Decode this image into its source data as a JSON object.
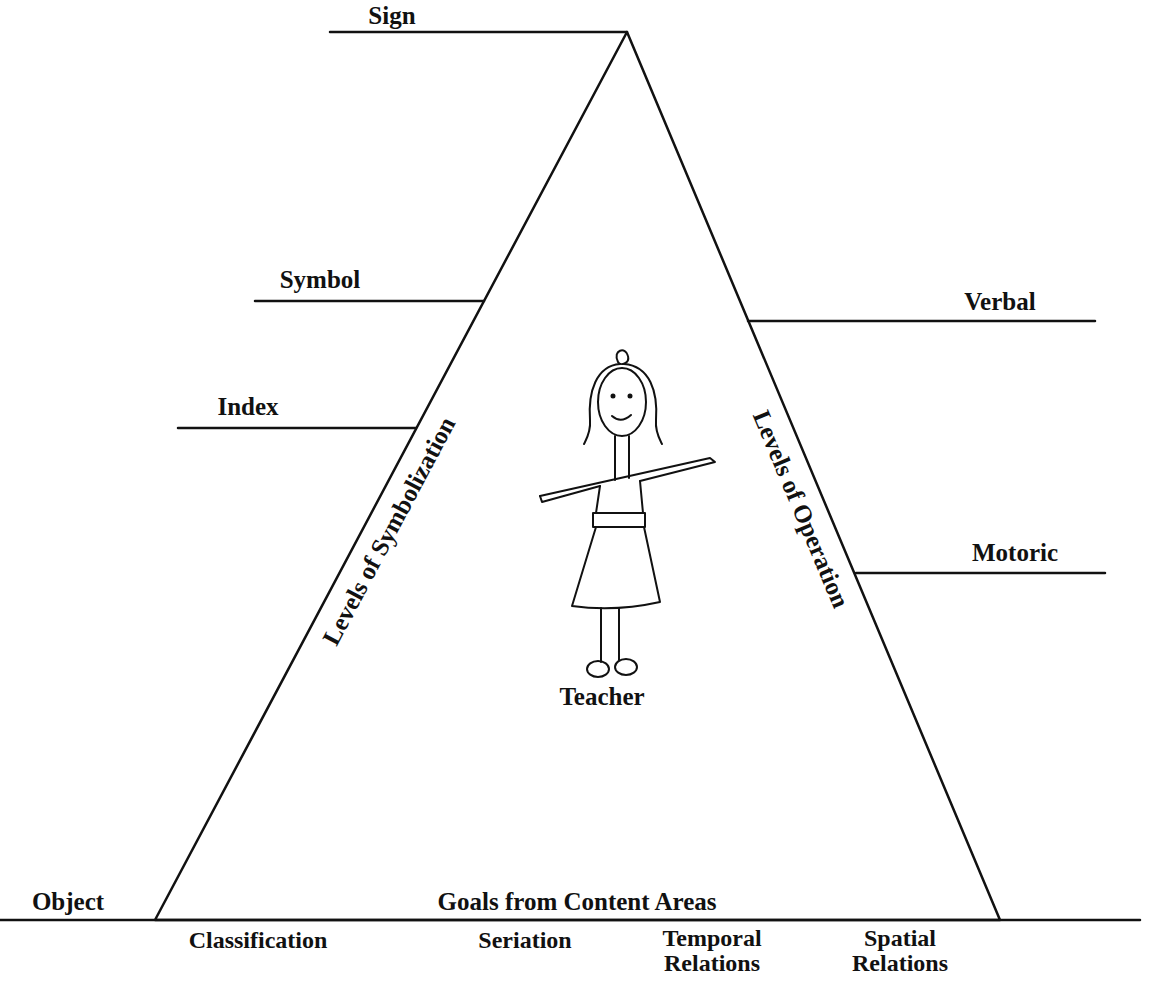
{
  "diagram": {
    "labels": [
      "Sign",
      "Symbol",
      "Index",
      "Verbal",
      "Motoric",
      "Object",
      "Levels of Symbolization",
      "Levels of Operation",
      "Teacher",
      "Goals from Content Areas",
      "Classification",
      "Seriation",
      "Temporal Relations",
      "Spatial Relations"
    ]
  }
}
